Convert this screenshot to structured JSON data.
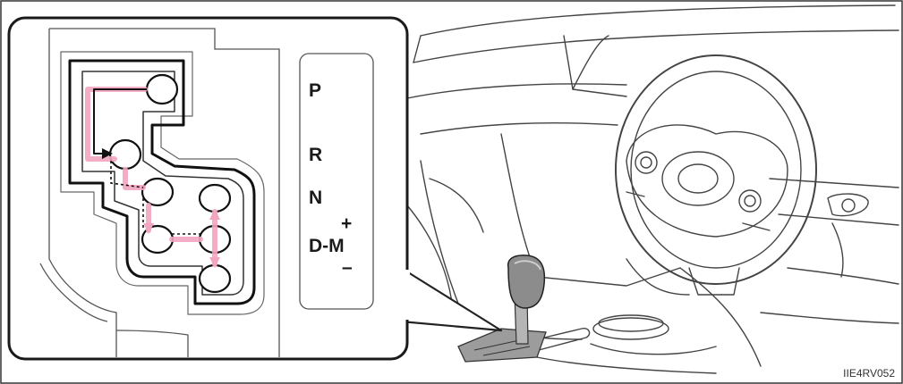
{
  "diagram": {
    "gear_labels": {
      "p": "P",
      "r": "R",
      "n": "N",
      "plus": "+",
      "dm": "D-M",
      "minus": "–"
    },
    "image_code": "IIE4RV052",
    "colors": {
      "path_highlight": "#f2a5c0",
      "outline": "#222222",
      "shifter_knob": "#8c8c8c"
    }
  }
}
